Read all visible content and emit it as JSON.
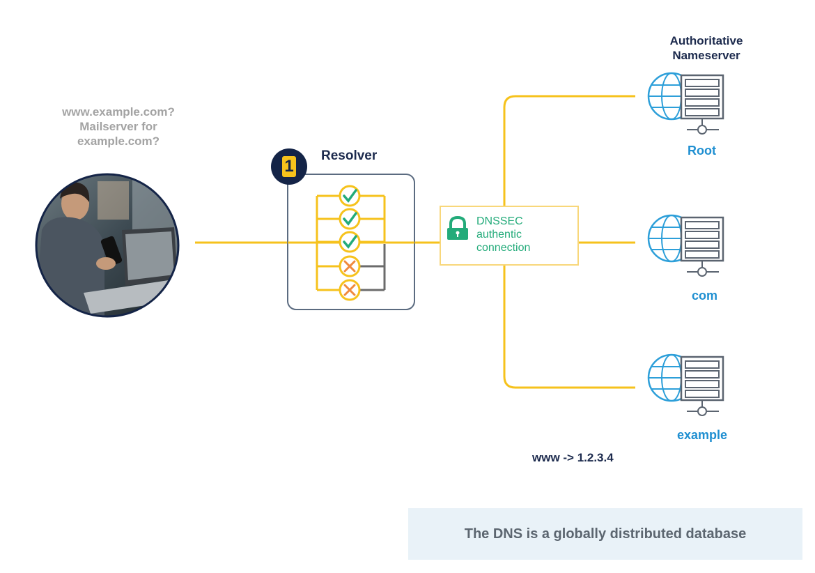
{
  "client": {
    "question_lines": [
      "www.example.com?",
      "Mailserver for",
      "example.com?"
    ]
  },
  "resolver": {
    "step_number": "1",
    "label": "Resolver",
    "checks": [
      "valid",
      "valid",
      "valid",
      "invalid",
      "invalid"
    ]
  },
  "dnssec": {
    "lines": [
      "DNSSEC",
      "authentic",
      "connection"
    ]
  },
  "authoritative": {
    "title_lines": [
      "Authoritative",
      "Nameserver"
    ],
    "servers": [
      {
        "label": "Root"
      },
      {
        "label": "com"
      },
      {
        "label": "example"
      }
    ]
  },
  "record": "www -> 1.2.3.4",
  "caption": "The DNS is a globally distributed database",
  "colors": {
    "connector": "#f6c21c",
    "navy": "#142447",
    "check": "#23ab7a",
    "fail": "#f08a3e",
    "globe": "#2d9fd9",
    "server_label": "#1f8fd1",
    "caption_bg": "#e9f2f8"
  }
}
